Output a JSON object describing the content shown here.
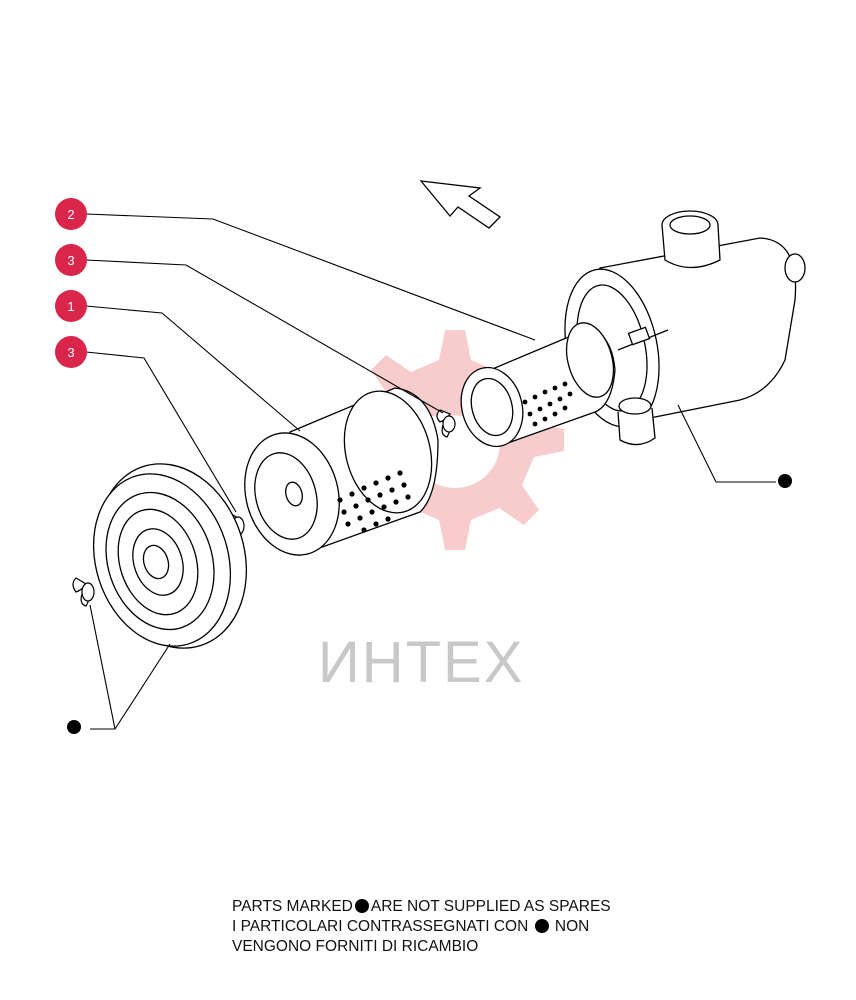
{
  "watermark": {
    "text": "ИНТЕХ"
  },
  "callouts": [
    {
      "id": "2",
      "label": "2"
    },
    {
      "id": "3a",
      "label": "3"
    },
    {
      "id": "1",
      "label": "1"
    },
    {
      "id": "3b",
      "label": "3"
    }
  ],
  "legend": {
    "line1_before": "PARTS MARKED",
    "line1_after": "ARE NOT SUPPLIED AS SPARES",
    "line2_before": "I  PARTICOLARI  CONTRASSEGNATI  CON",
    "line2_after": "NON",
    "line3": "VENGONO FORNITI DI RICAMBIO"
  },
  "colors": {
    "callout_fill": "#d9264a",
    "watermark_gear": "#f6c4c4",
    "watermark_text": "#c8c8c8",
    "line": "#000000"
  }
}
